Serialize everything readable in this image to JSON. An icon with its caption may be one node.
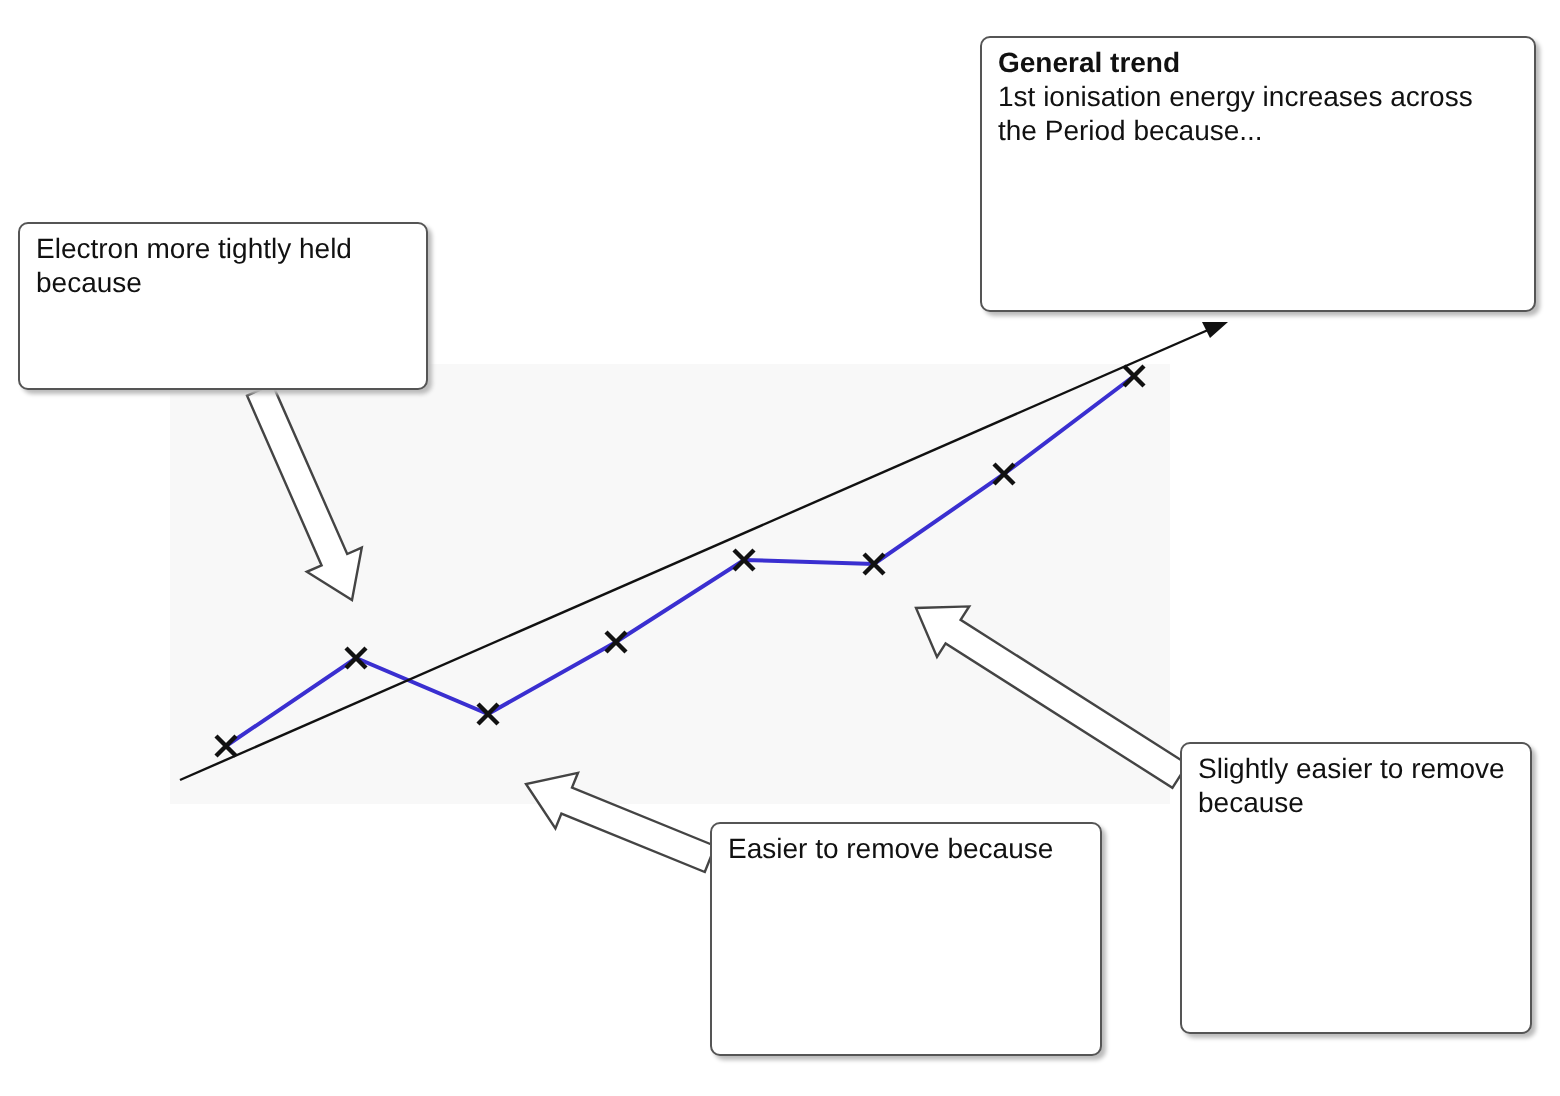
{
  "diagram": {
    "nodes": [
      {
        "text": [
          "General trend",
          "1st ionisation energy increases across the Period because..."
        ]
      },
      {
        "text": [
          "Electron more tightly held because"
        ]
      },
      {
        "text": [
          "Easier to remove because"
        ]
      },
      {
        "text": [
          "Slightly easier to remove because"
        ]
      }
    ],
    "edges": [
      {
        "from": 1,
        "to": null,
        "arrow": "to"
      },
      {
        "from": 2,
        "to": null,
        "arrow": "to"
      },
      {
        "from": 3,
        "to": null,
        "arrow": "to"
      }
    ]
  }
}
